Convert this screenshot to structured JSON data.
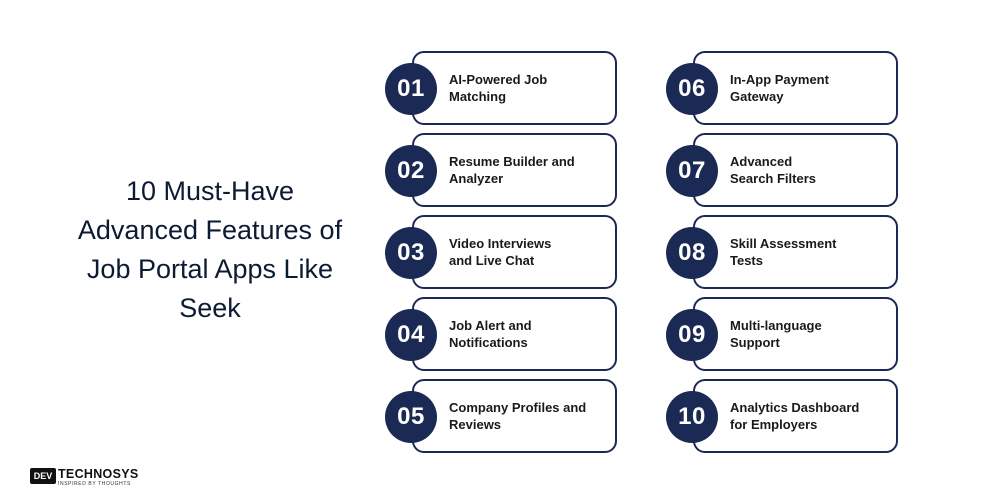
{
  "title": "10 Must-Have\nAdvanced Features of\nJob Portal Apps Like\nSeek",
  "features": [
    {
      "num": "01",
      "label": "AI-Powered Job\nMatching"
    },
    {
      "num": "02",
      "label": "Resume Builder and\nAnalyzer"
    },
    {
      "num": "03",
      "label": "Video Interviews\nand Live Chat"
    },
    {
      "num": "04",
      "label": "Job Alert and\nNotifications"
    },
    {
      "num": "05",
      "label": "Company Profiles and\nReviews"
    },
    {
      "num": "06",
      "label": "In-App Payment\nGateway"
    },
    {
      "num": "07",
      "label": "Advanced\nSearch Filters"
    },
    {
      "num": "08",
      "label": "Skill Assessment\nTests"
    },
    {
      "num": "09",
      "label": "Multi-language\nSupport"
    },
    {
      "num": "10",
      "label": "Analytics Dashboard\nfor Employers"
    }
  ],
  "logo": {
    "mark": "DEV",
    "name": "TECHNOSYS",
    "tagline": "INSPIRED BY THOUGHTS"
  },
  "colors": {
    "accent": "#1b2a55",
    "text": "#0d1a33"
  }
}
